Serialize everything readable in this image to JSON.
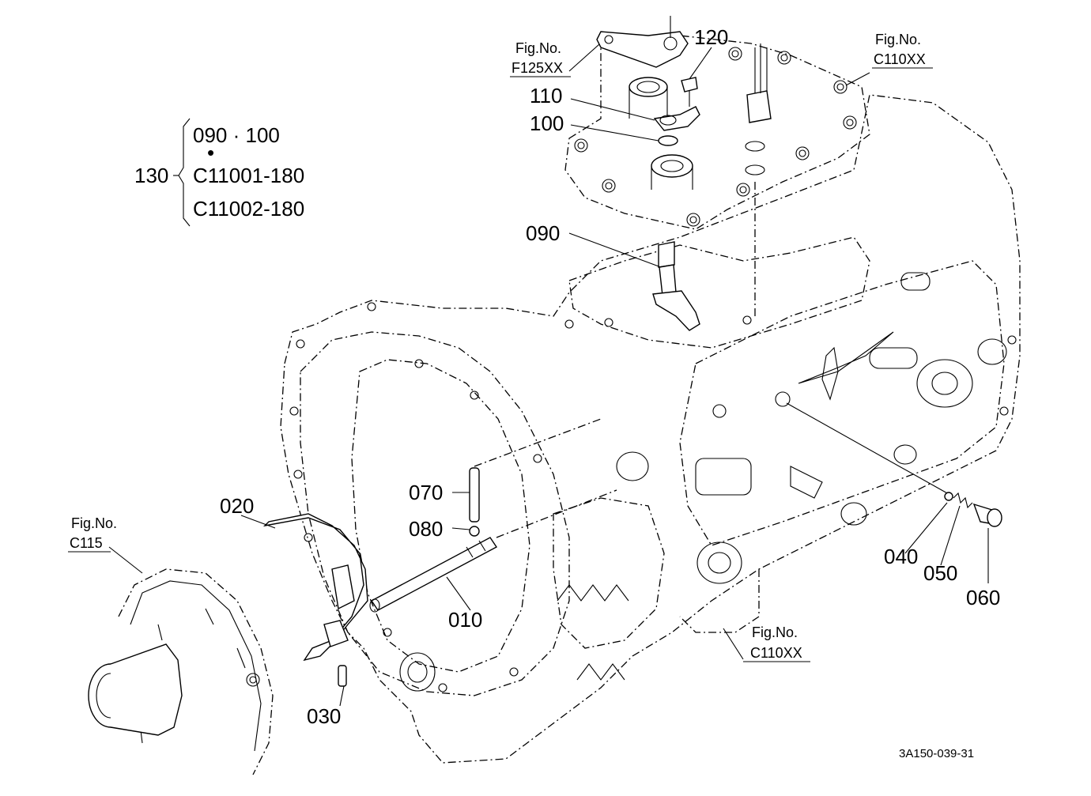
{
  "diagram": {
    "part_numbers": {
      "p010": "010",
      "p020": "020",
      "p030": "030",
      "p040": "040",
      "p050": "050",
      "p060": "060",
      "p070": "070",
      "p080": "080",
      "p090": "090",
      "p100": "100",
      "p110": "110",
      "p120": "120",
      "p130": "130"
    },
    "kit_group": {
      "line1": "090 · 100",
      "dot": "•",
      "line2": "C11001-180",
      "line3": "C11002-180"
    },
    "figure_refs": {
      "f125": {
        "label": "Fig.No.",
        "code": "F125XX"
      },
      "c110_top": {
        "label": "Fig.No.",
        "code": "C110XX"
      },
      "c115": {
        "label": "Fig.No.",
        "code": "C115"
      },
      "c110_bottom": {
        "label": "Fig.No.",
        "code": "C110XX"
      }
    },
    "drawing_id": "3A150-039-31"
  }
}
